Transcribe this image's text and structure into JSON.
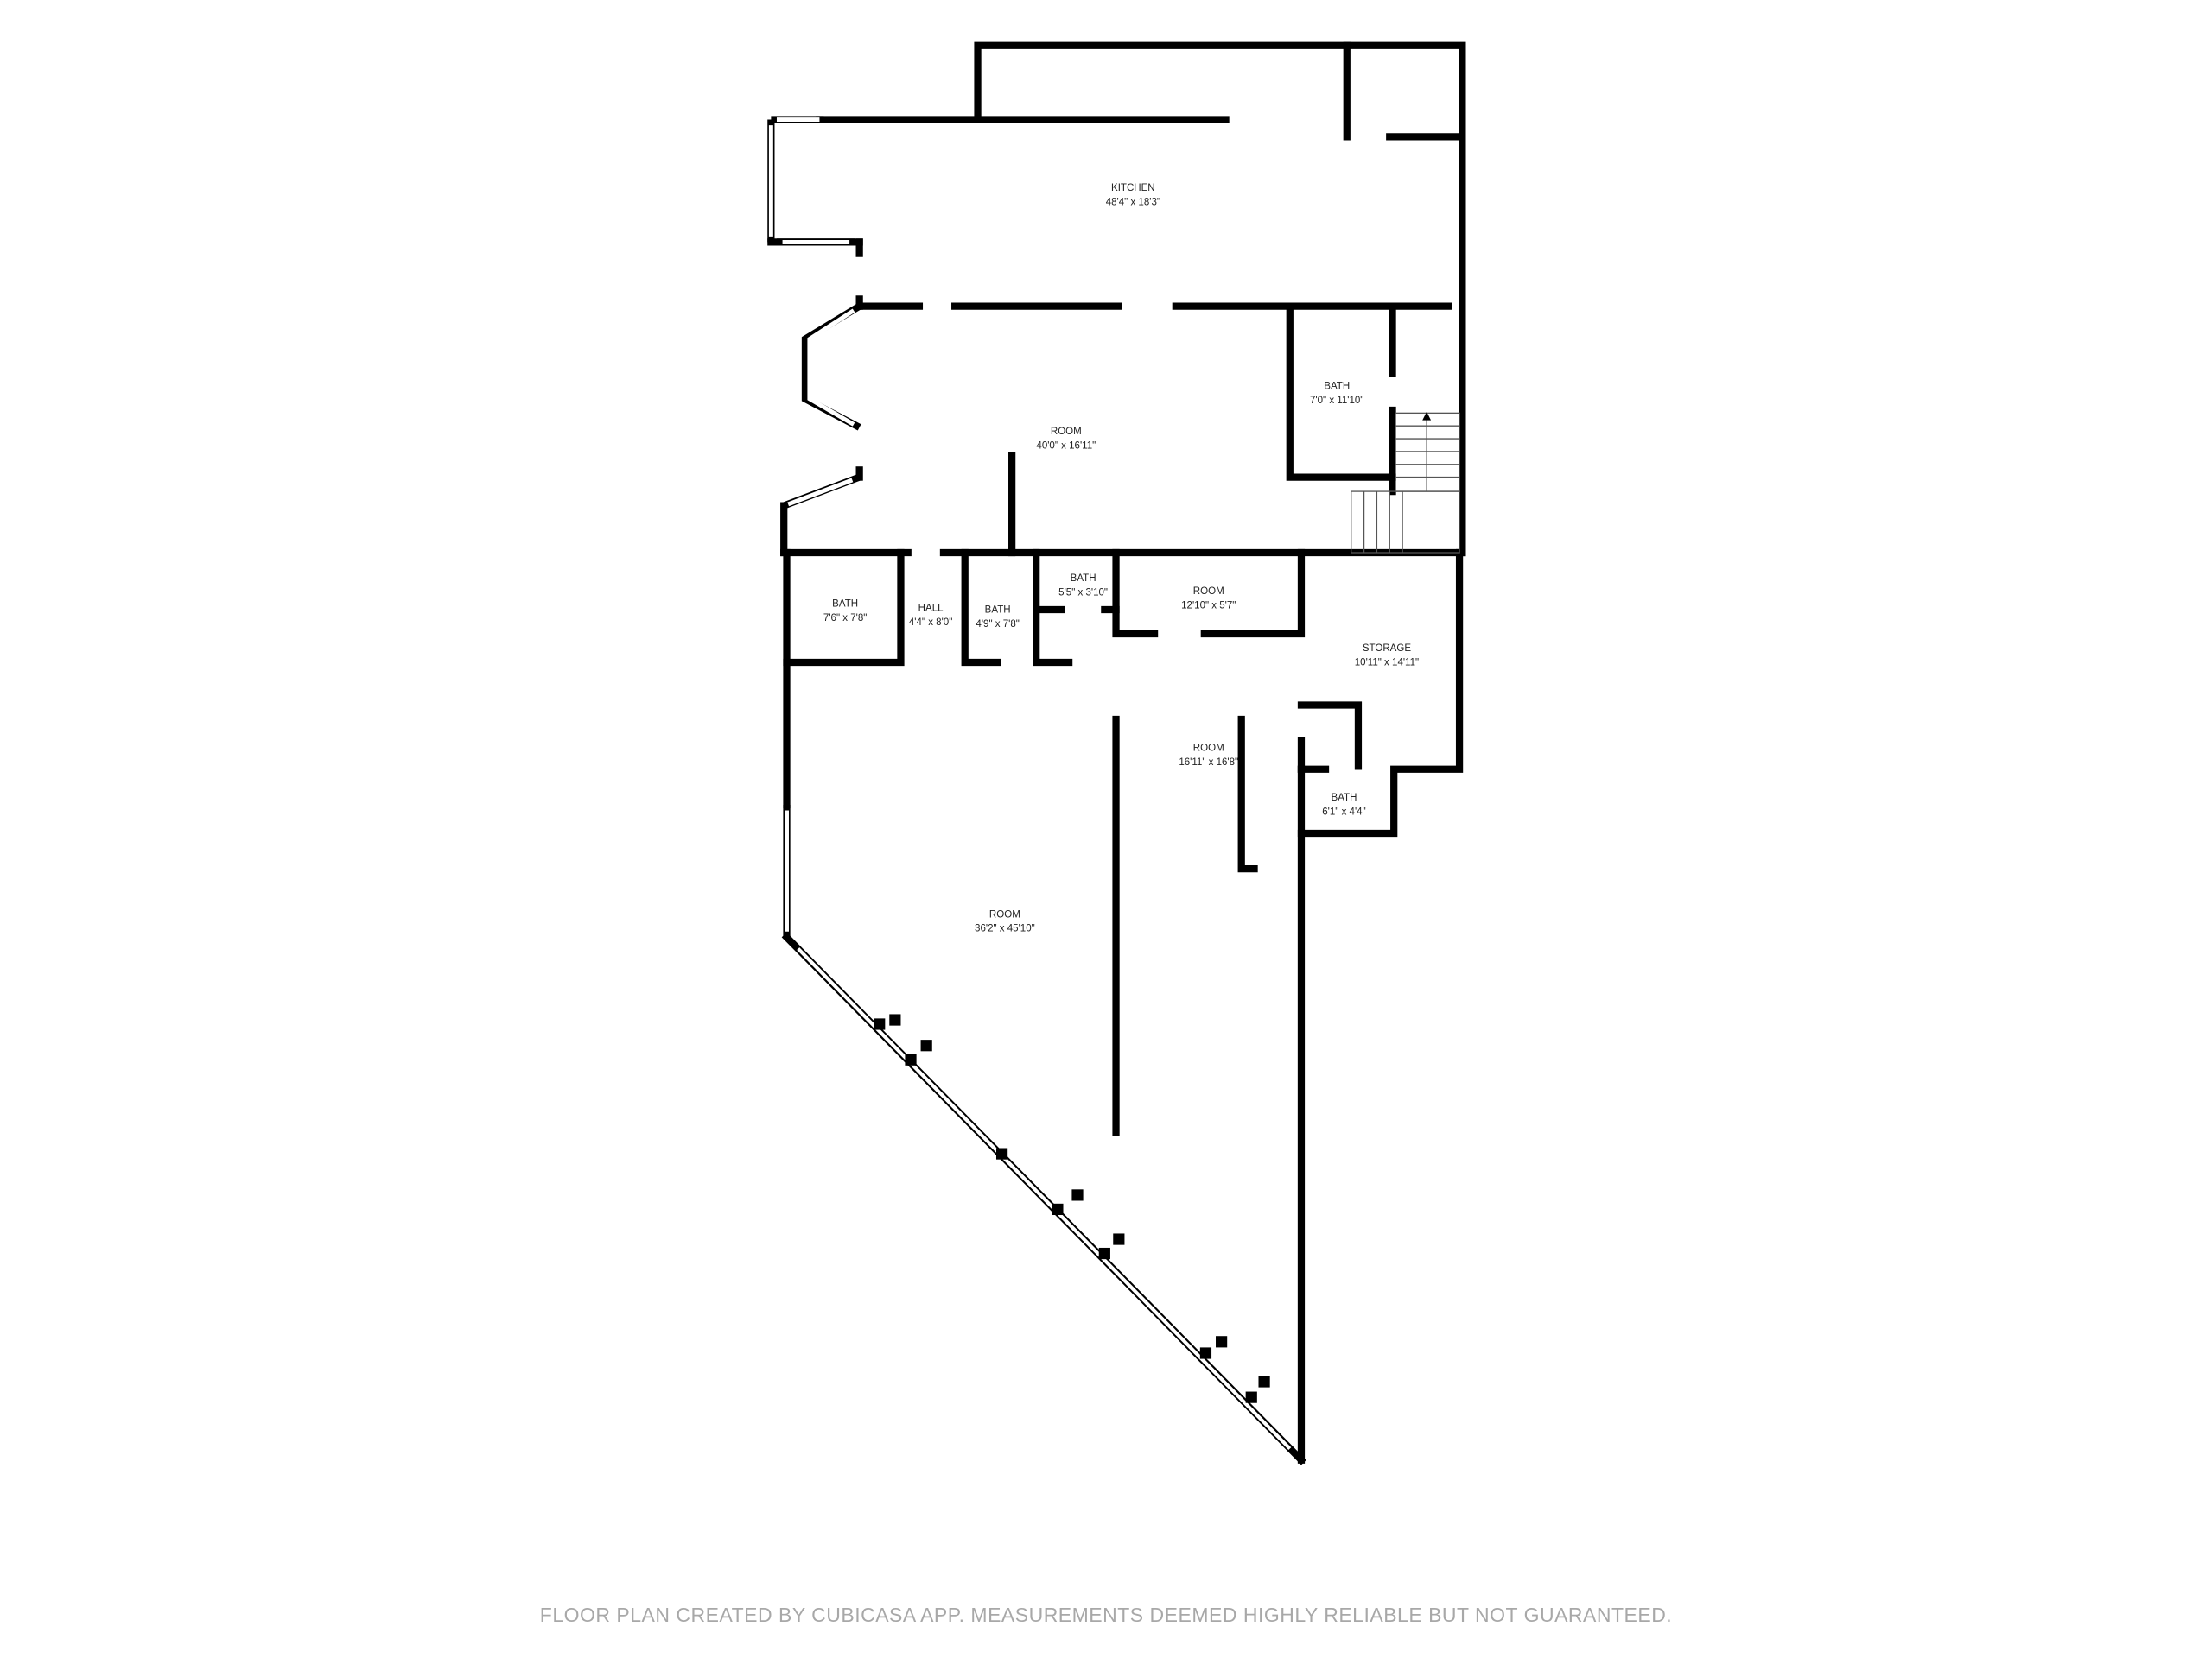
{
  "rooms": [
    {
      "name": "KITCHEN",
      "dims": "48'4\" x 18'3\""
    },
    {
      "name": "ROOM",
      "dims": "40'0\" x 16'11\""
    },
    {
      "name": "BATH",
      "dims": "7'0\" x 11'10\""
    },
    {
      "name": "BATH",
      "dims": "7'6\" x 7'8\""
    },
    {
      "name": "HALL",
      "dims": "4'4\" x 8'0\""
    },
    {
      "name": "BATH",
      "dims": "4'9\" x 7'8\""
    },
    {
      "name": "BATH",
      "dims": "5'5\" x 3'10\""
    },
    {
      "name": "ROOM",
      "dims": "12'10\" x 5'7\""
    },
    {
      "name": "STORAGE",
      "dims": "10'11\" x 14'11\""
    },
    {
      "name": "ROOM",
      "dims": "16'11\" x 16'8\""
    },
    {
      "name": "BATH",
      "dims": "6'1\" x 4'4\""
    },
    {
      "name": "ROOM",
      "dims": "36'2\" x 45'10\""
    }
  ],
  "footer": "FLOOR PLAN CREATED BY CUBICASA APP. MEASUREMENTS DEEMED HIGHLY RELIABLE BUT NOT GUARANTEED."
}
